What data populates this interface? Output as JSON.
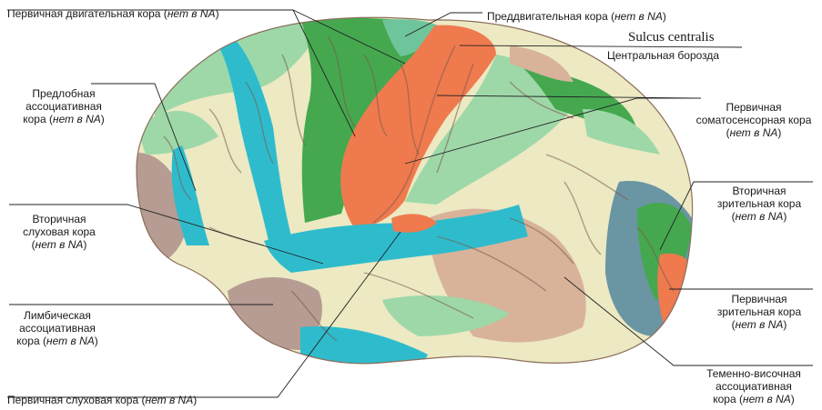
{
  "colors": {
    "primary_motor": "#ef7a4e",
    "premotor": "#6fc59b",
    "green_dark": "#45a84f",
    "teal": "#2ebccd",
    "cream": "#ece9c3",
    "tan": "#d8b39a",
    "mauve": "#b69c92",
    "blue_grey": "#6a95a3",
    "light_green": "#9ed8a9"
  },
  "labels": {
    "primary_motor": {
      "text": "Первичная двигательная кора (",
      "nona": "нет в NA",
      "close": ")"
    },
    "premotor": {
      "text": "Преддвигательная кора (",
      "nona": "нет в NA",
      "close": ")"
    },
    "sulcus_latin": "Sulcus centralis",
    "sulcus_ru": "Центральная борозда",
    "prefrontal": {
      "line1": "Предлобная",
      "line2": "ассоциативная",
      "line3a": "кора (",
      "nona": "нет в NA",
      "close": ")"
    },
    "somatosensory": {
      "line1": "Первичная",
      "line2": "соматосенсорная кора",
      "line3a": "(",
      "nona": "нет в NA",
      "close": ")"
    },
    "secondary_auditory": {
      "line1": "Вторичная",
      "line2": "слуховая кора",
      "line3a": "(",
      "nona": "нет в NA",
      "close": ")"
    },
    "secondary_visual": {
      "line1": "Вторичная",
      "line2": "зрительная кора",
      "line3a": "(",
      "nona": "нет в NA",
      "close": ")"
    },
    "limbic": {
      "line1": "Лимбическая",
      "line2": "ассоциативная",
      "line3a": "кора (",
      "nona": "нет в NA",
      "close": ")"
    },
    "primary_visual": {
      "line1": "Первичная",
      "line2": "зрительная кора",
      "line3a": "(",
      "nona": "нет в NA",
      "close": ")"
    },
    "parieto_temporal": {
      "line1": "Теменно-височная",
      "line2": "ассоциативная",
      "line3a": "кора (",
      "nona": "нет в NA",
      "close": ")"
    },
    "primary_auditory": {
      "text": "Первичная слуховая кора (",
      "nona": "нет в NA",
      "close": ")"
    }
  }
}
